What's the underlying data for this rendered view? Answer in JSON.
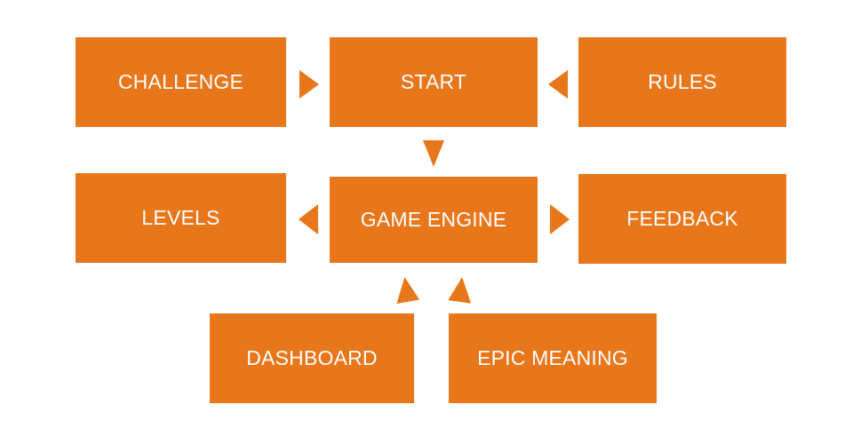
{
  "colors": {
    "box_fill": "#E8761A",
    "box_text": "#FFFFFF",
    "background": "#FFFFFF"
  },
  "nodes": {
    "challenge": "CHALLENGE",
    "start": "START",
    "rules": "RULES",
    "levels": "LEVELS",
    "game_engine": "GAME ENGINE",
    "feedback": "FEEDBACK",
    "dashboard": "DASHBOARD",
    "epic_meaning": "EPIC MEANING"
  },
  "edges": [
    {
      "from": "CHALLENGE",
      "to": "START"
    },
    {
      "from": "RULES",
      "to": "START"
    },
    {
      "from": "START",
      "to": "GAME ENGINE"
    },
    {
      "from": "GAME ENGINE",
      "to": "LEVELS"
    },
    {
      "from": "GAME ENGINE",
      "to": "FEEDBACK"
    },
    {
      "from": "DASHBOARD",
      "to": "GAME ENGINE"
    },
    {
      "from": "EPIC MEANING",
      "to": "GAME ENGINE"
    }
  ]
}
